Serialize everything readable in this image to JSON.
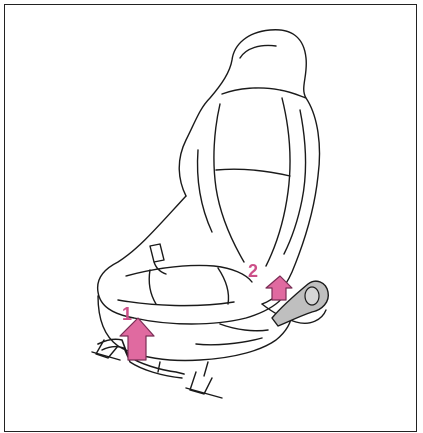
{
  "figure": {
    "callouts": [
      {
        "label": "1",
        "meaning": "seat-position-lever"
      },
      {
        "label": "2",
        "meaning": "seatback-angle-lever"
      }
    ],
    "colors": {
      "line": "#1a1a1a",
      "arrow": "#e06aa0",
      "arrow_stroke": "#7a2d55",
      "callout_text": "#cc4f88",
      "lever_fill": "#bfbfbf"
    }
  }
}
